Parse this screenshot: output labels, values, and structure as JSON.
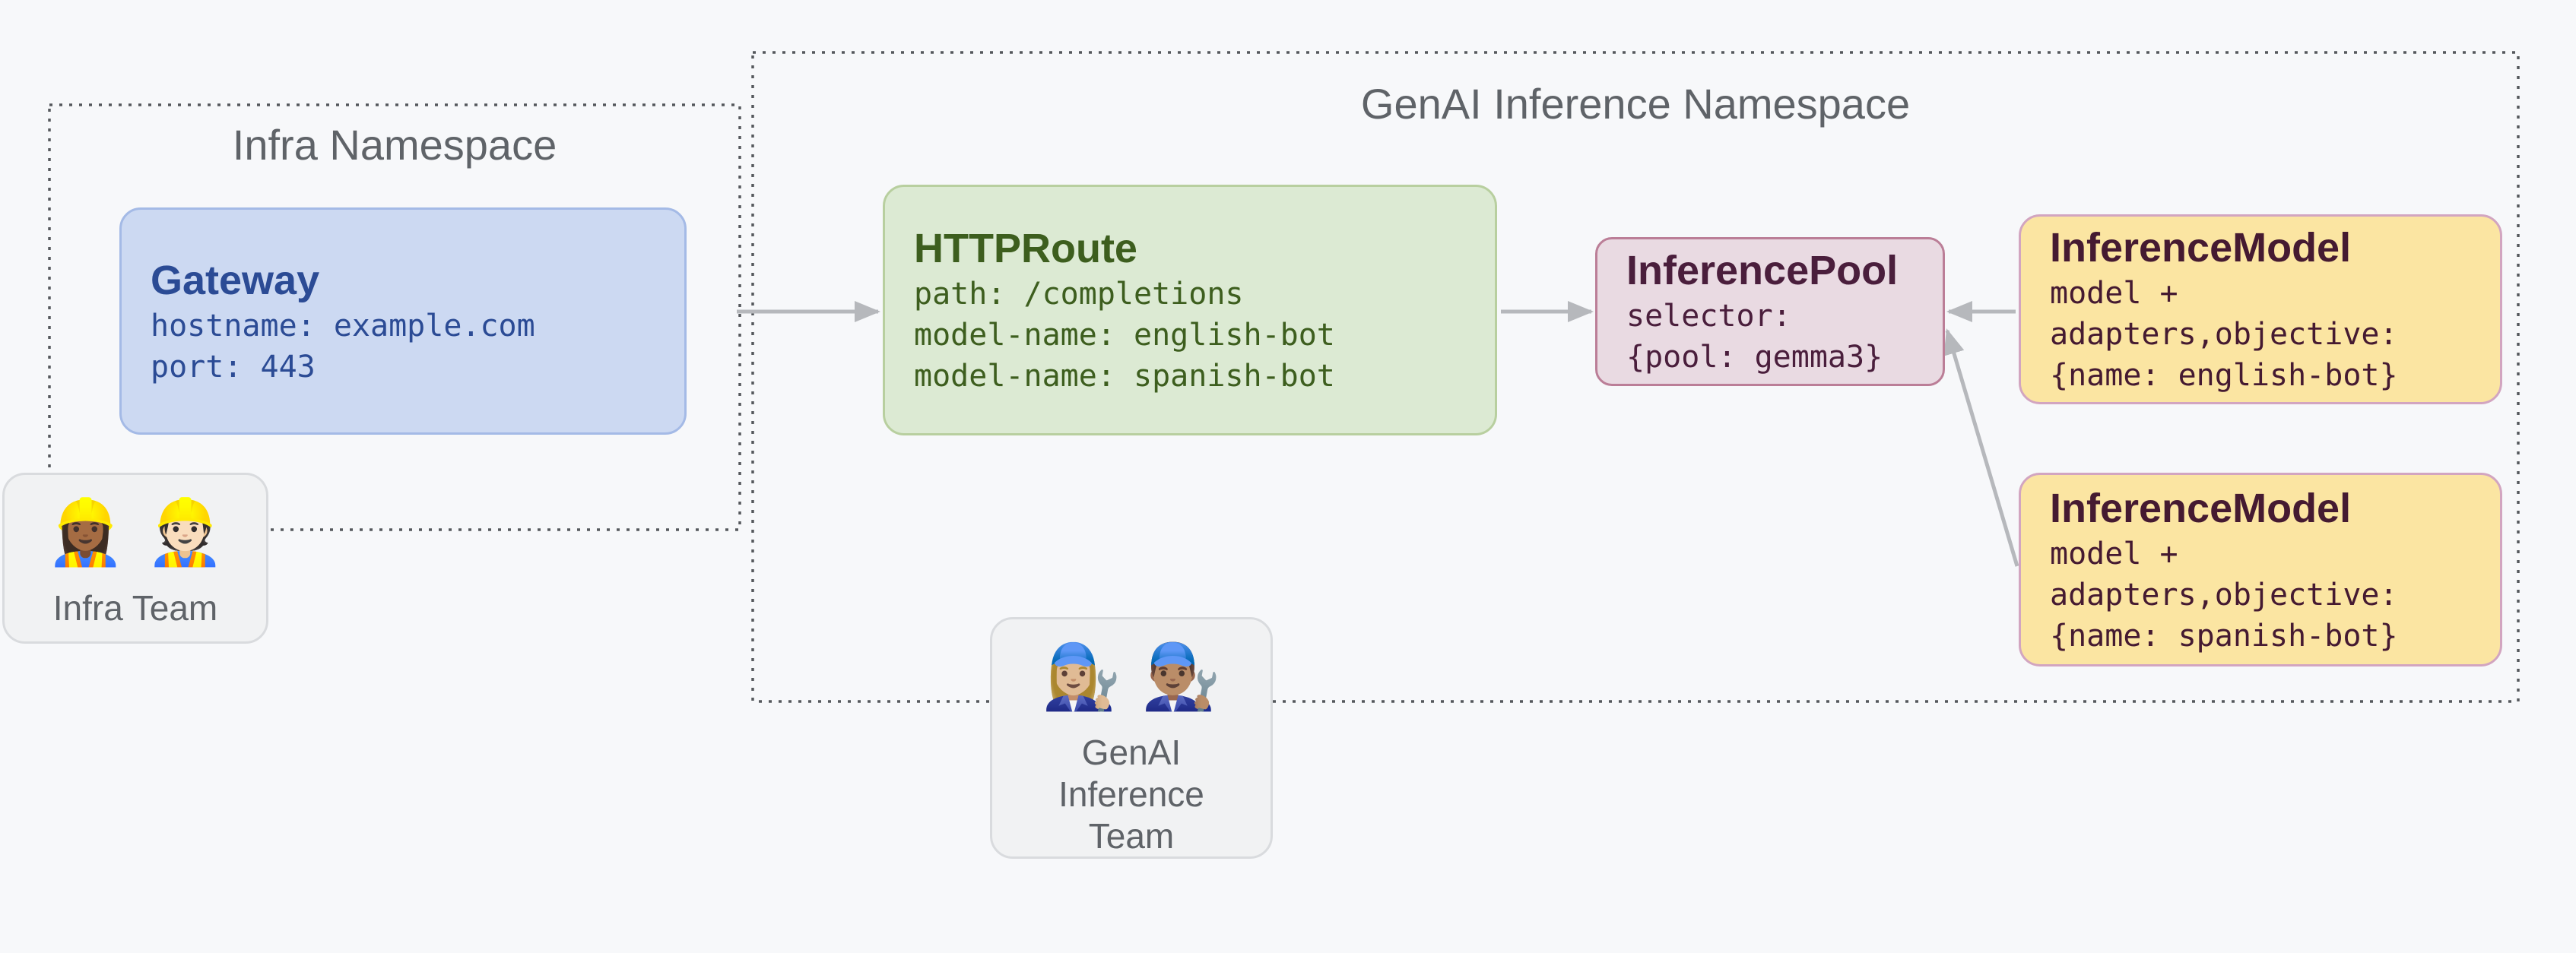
{
  "namespaces": {
    "infra": {
      "title": "Infra Namespace"
    },
    "genai": {
      "title": "GenAI Inference Namespace"
    }
  },
  "nodes": {
    "gateway": {
      "title": "Gateway",
      "lines": [
        "hostname: example.com",
        "port: 443"
      ]
    },
    "httproute": {
      "title": "HTTPRoute",
      "lines": [
        "path: /completions",
        "model-name: english-bot",
        "model-name: spanish-bot"
      ]
    },
    "pool": {
      "title": "InferencePool",
      "lines": [
        "selector:",
        "{pool: gemma3}"
      ]
    },
    "model_english": {
      "title": "InferenceModel",
      "lines": [
        "model +",
        "adapters,objective:",
        "{name: english-bot}"
      ]
    },
    "model_spanish": {
      "title": "InferenceModel",
      "lines": [
        "model +",
        "adapters,objective:",
        "{name: spanish-bot}"
      ]
    }
  },
  "teams": {
    "infra": {
      "emoji": "👷🏾‍♀️ 👷🏻",
      "label": "Infra Team"
    },
    "genai": {
      "emoji": "👩🏼‍🔧 👨🏽‍🔧",
      "label": "GenAI Inference Team"
    }
  },
  "colors": {
    "base": {
      "background": "#f7f8fa",
      "arrow": "#b6b8bc",
      "dots": "#55585c",
      "muted": "#5f6368"
    },
    "nodes": {
      "gateway": {
        "fill": "#ccd9f2",
        "border": "#a4bae6",
        "text": "#2b4b95"
      },
      "httproute": {
        "fill": "#dcead3",
        "border": "#b8cf9f",
        "text": "#3d5e1e"
      },
      "pool": {
        "fill": "#e9dae2",
        "border": "#bb7e97",
        "text": "#4a1e3c"
      },
      "model": {
        "fill": "#fbe5a2",
        "border": "#d2a5c0",
        "text": "#451a31"
      },
      "team": {
        "fill": "#f1f2f3",
        "border": "#d9dbde",
        "text": "#5f6368"
      }
    }
  }
}
